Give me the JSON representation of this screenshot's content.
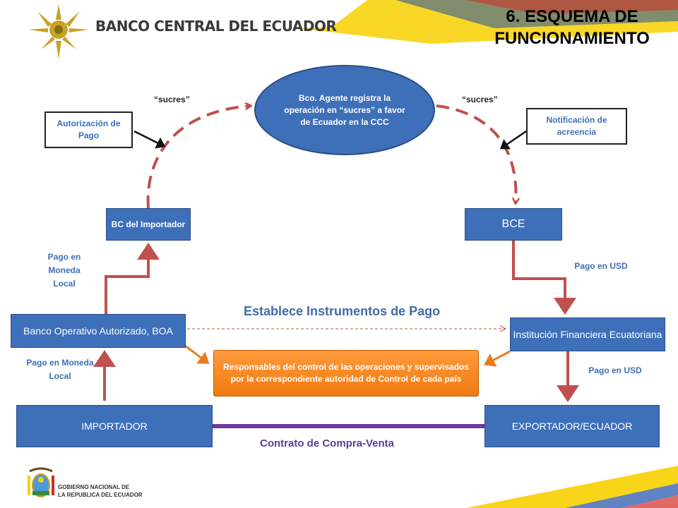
{
  "header": {
    "brand": "BANCO CENTRAL DEL ECUADOR",
    "title_line1": "6. ESQUEMA DE",
    "title_line2": "FUNCIONAMIENTO"
  },
  "nodes": {
    "ellipse": "Bco. Agente registra la operación en “sucres” a favor de Ecuador en la CCC",
    "bc_importador": "BC del Importador",
    "bce": "BCE",
    "boa": "Banco Operativo Autorizado, BOA",
    "ife": "Institución Financiera Ecuatoriana",
    "importador": "IMPORTADOR",
    "exportador": "EXPORTADOR/ECUADOR"
  },
  "callouts": {
    "autorizacion": "Autorización de Pago",
    "notificacion": "Notificación de acreencia"
  },
  "labels": {
    "sucres_left": "“sucres”",
    "sucres_right": "“sucres”",
    "pago_moneda_local_upper": "Pago en Moneda Local",
    "pago_moneda_local_lower": "Pago en Moneda Local",
    "pago_usd_upper": "Pago en USD",
    "pago_usd_lower": "Pago en USD",
    "establece": "Establece Instrumentos de Pago",
    "contrato": "Contrato de Compra-Venta",
    "responsables": "Responsables del control de las operaciones y supervisados por la correspondiente autoridad de Control de cada país"
  },
  "footer": {
    "gobierno_line1": "GOBIERNO NACIONAL DE",
    "gobierno_line2": "LA REPUBLICA DEL ECUADOR"
  },
  "colors": {
    "box_blue": "#3e6fb9",
    "arrow_red": "#c0504d",
    "dashed_red": "#c0504d",
    "orange": "#f07a10",
    "purple": "#6a3a9c",
    "flag_yellow": "#f7d000",
    "flag_blue": "#1f4fa8",
    "flag_red": "#d52b1e"
  }
}
